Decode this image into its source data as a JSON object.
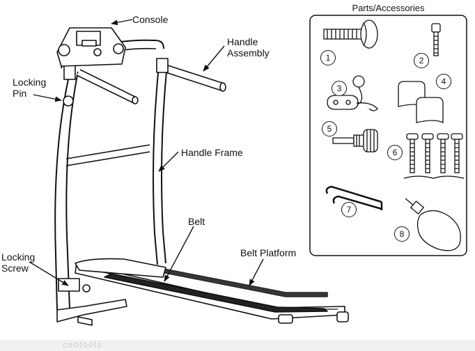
{
  "labels": {
    "console": "Console",
    "handle_assembly_1": "Handle",
    "handle_assembly_2": "Assembly",
    "locking_pin_1": "Locking",
    "locking_pin_2": "Pin",
    "handle_frame": "Handle Frame",
    "belt": "Belt",
    "belt_platform": "Belt Platform",
    "locking_screw_1": "Locking",
    "locking_screw_2": "Screw"
  },
  "parts": {
    "title": "Parts/Accessories",
    "numbers": [
      "1",
      "2",
      "3",
      "4",
      "5",
      "6",
      "7",
      "8"
    ]
  },
  "watermark": "ceotools"
}
